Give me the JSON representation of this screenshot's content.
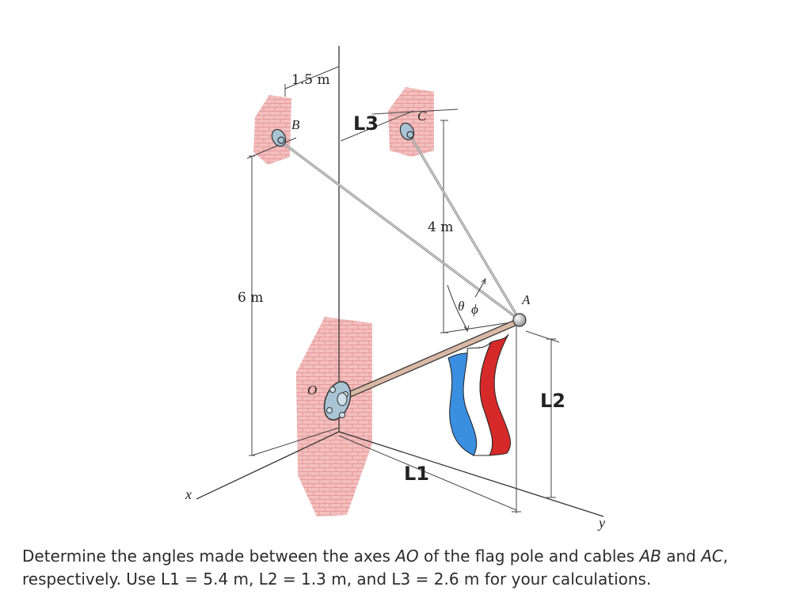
{
  "figure": {
    "labels": {
      "dim_1_5": "1.5 m",
      "point_b": "B",
      "point_c": "C",
      "point_a": "A",
      "point_o": "O",
      "dim_4": "4 m",
      "dim_6": "6 m",
      "theta": "θ",
      "phi": "ϕ",
      "l1": "L1",
      "l2": "L2",
      "l3": "L3",
      "axis_x": "x",
      "axis_y": "y"
    },
    "colors": {
      "brick": "#e79a9a",
      "pole": "#d9b9a5",
      "flag_red": "#d62a2a",
      "flag_blue": "#3a8fe0",
      "bracket": "#a9c4d4",
      "line": "#333333"
    }
  },
  "problem": {
    "p1": "Determine the angles made between the axes ",
    "ao": "AO",
    "p2": " of the flag pole and cables ",
    "ab": "AB",
    "p3": " and ",
    "ac": "AC",
    "p4": ", respectively. Use L1 = 5.4 m, L2 = 1.3 m, and L3 = 2.6 m for your calculations."
  }
}
